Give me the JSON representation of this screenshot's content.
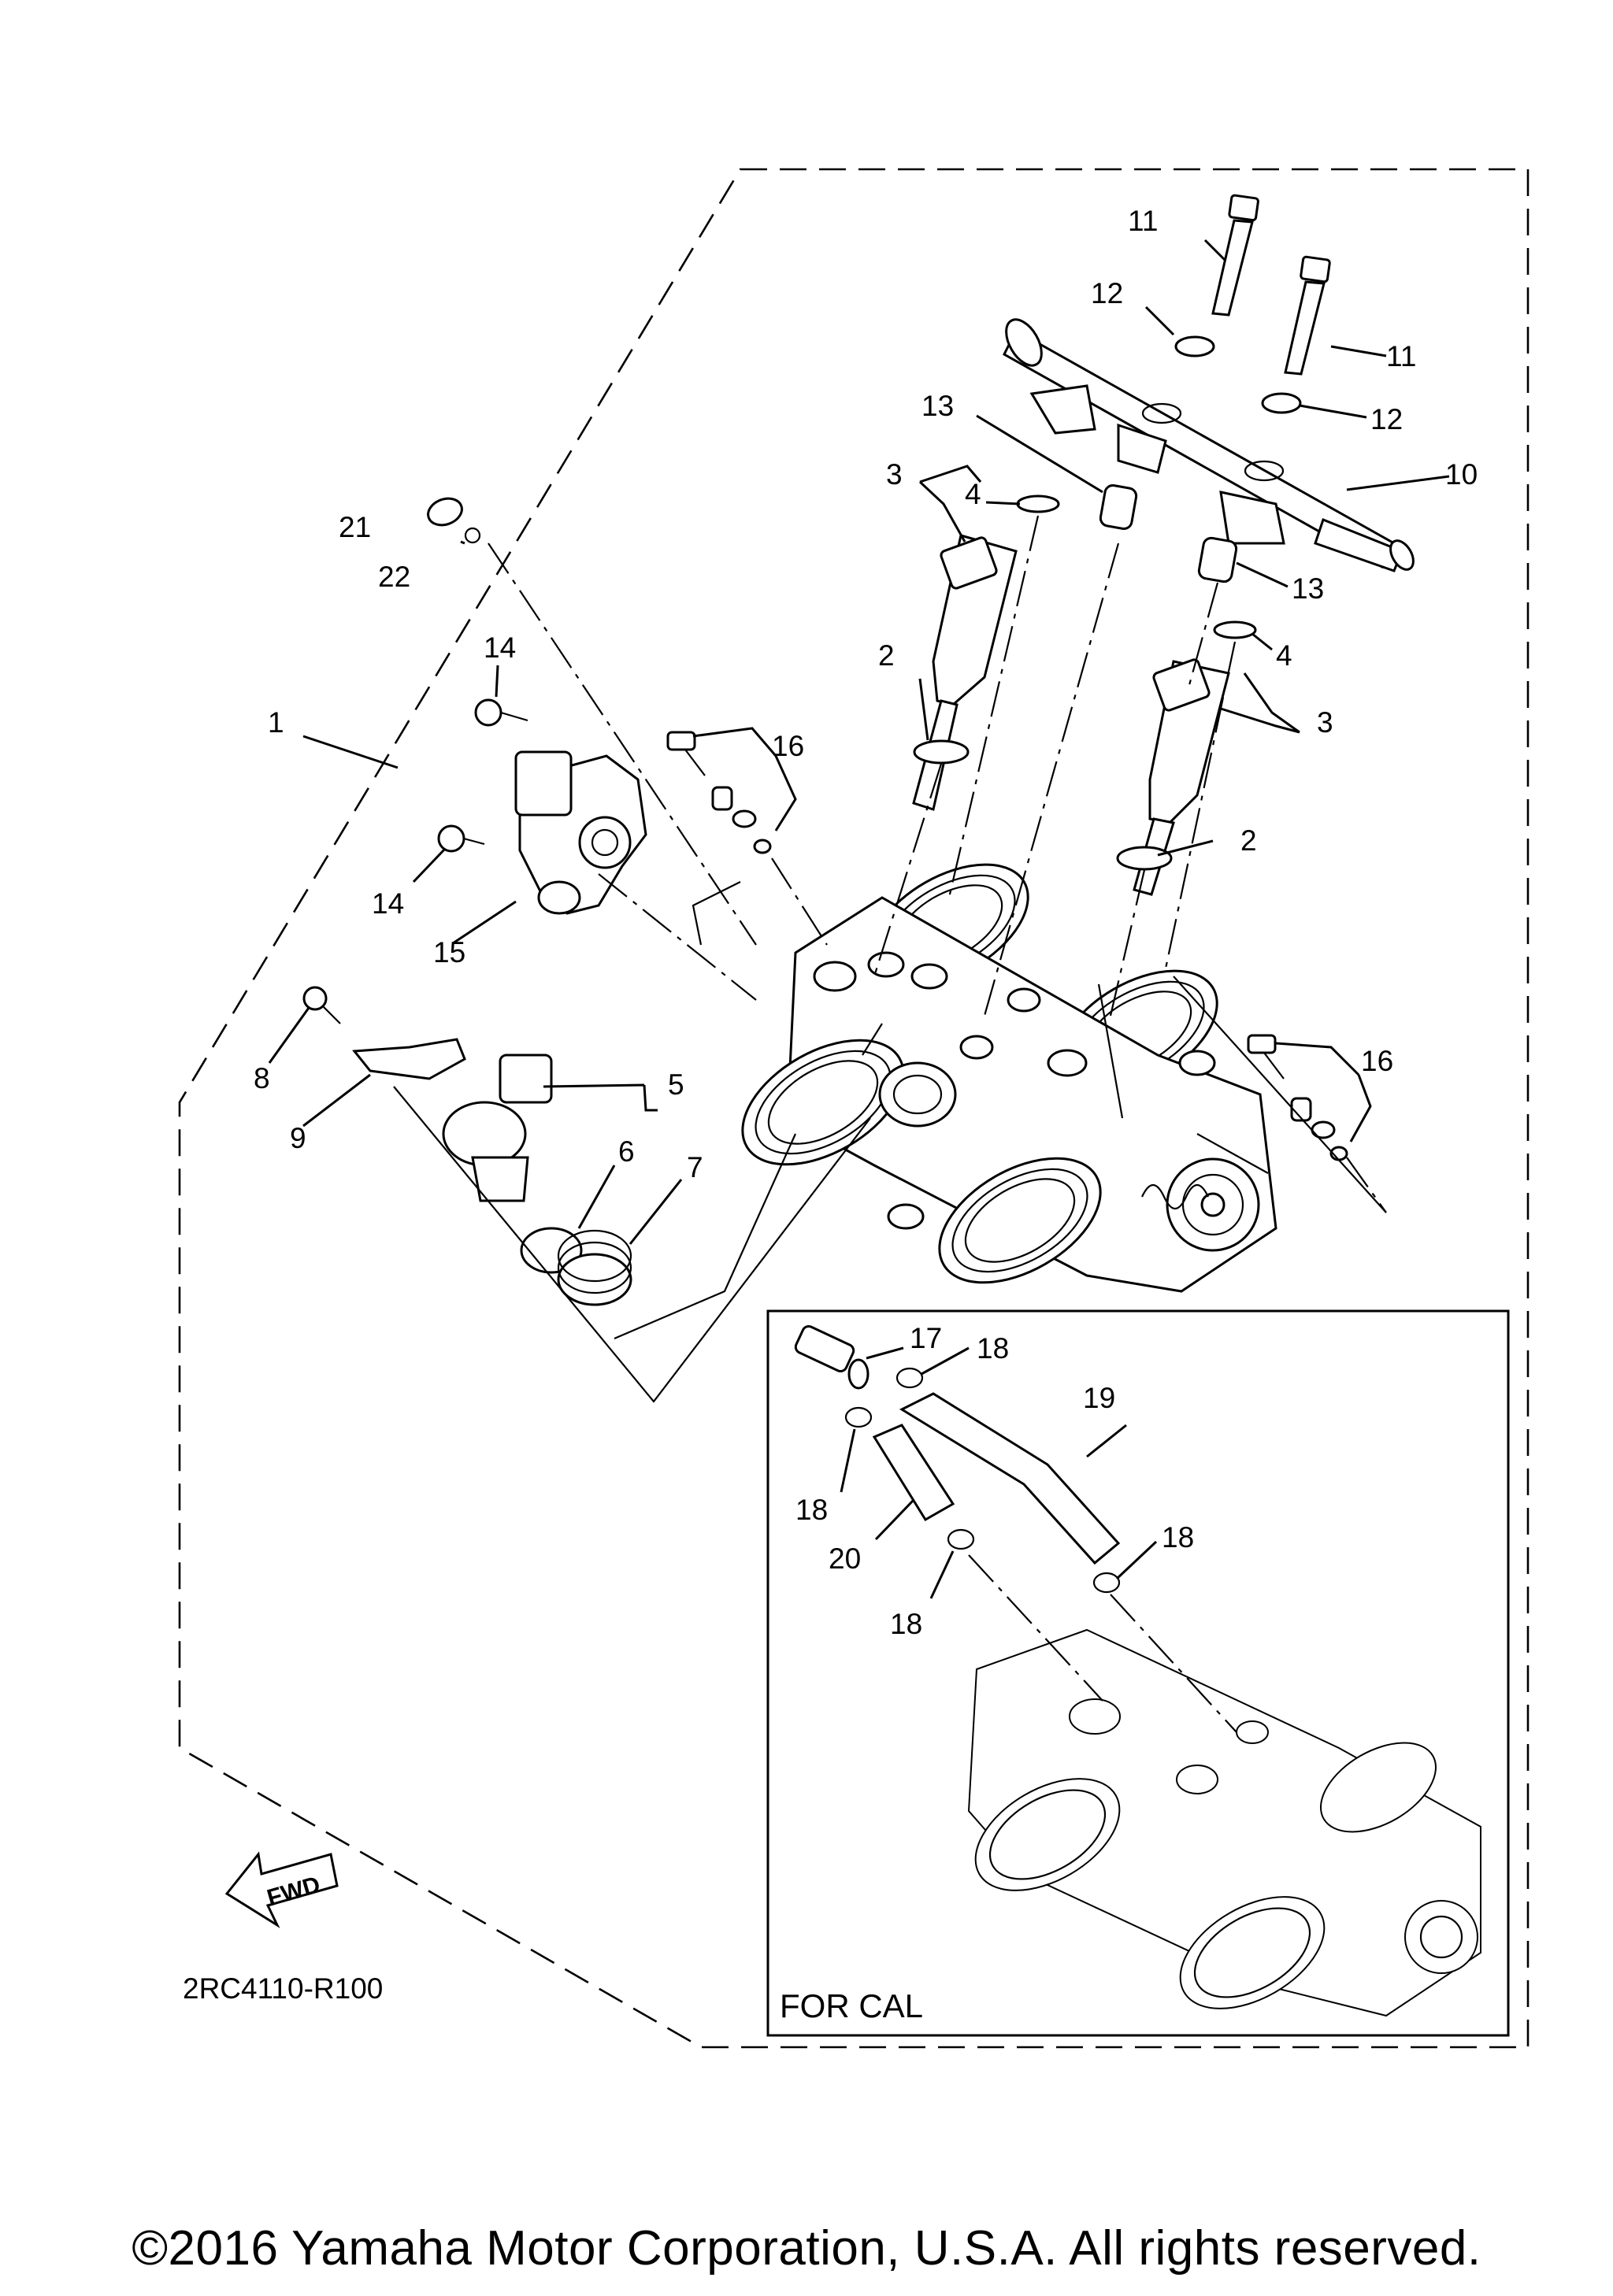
{
  "diagram": {
    "callouts": [
      {
        "id": "c1",
        "text": "1"
      },
      {
        "id": "c2a",
        "text": "2"
      },
      {
        "id": "c2b",
        "text": "2"
      },
      {
        "id": "c3a",
        "text": "3"
      },
      {
        "id": "c3b",
        "text": "3"
      },
      {
        "id": "c4a",
        "text": "4"
      },
      {
        "id": "c4b",
        "text": "4"
      },
      {
        "id": "c5",
        "text": "5"
      },
      {
        "id": "c6",
        "text": "6"
      },
      {
        "id": "c7",
        "text": "7"
      },
      {
        "id": "c8",
        "text": "8"
      },
      {
        "id": "c9",
        "text": "9"
      },
      {
        "id": "c10",
        "text": "10"
      },
      {
        "id": "c11a",
        "text": "11"
      },
      {
        "id": "c11b",
        "text": "11"
      },
      {
        "id": "c12a",
        "text": "12"
      },
      {
        "id": "c12b",
        "text": "12"
      },
      {
        "id": "c13a",
        "text": "13"
      },
      {
        "id": "c13b",
        "text": "13"
      },
      {
        "id": "c14a",
        "text": "14"
      },
      {
        "id": "c14b",
        "text": "14"
      },
      {
        "id": "c15",
        "text": "15"
      },
      {
        "id": "c16a",
        "text": "16"
      },
      {
        "id": "c16b",
        "text": "16"
      },
      {
        "id": "c17",
        "text": "17"
      },
      {
        "id": "c18a",
        "text": "18"
      },
      {
        "id": "c18b",
        "text": "18"
      },
      {
        "id": "c18c",
        "text": "18"
      },
      {
        "id": "c18d",
        "text": "18"
      },
      {
        "id": "c19",
        "text": "19"
      },
      {
        "id": "c20",
        "text": "20"
      },
      {
        "id": "c21",
        "text": "21"
      },
      {
        "id": "c22",
        "text": "22"
      }
    ],
    "inset_label": "FOR CAL",
    "fwd_label": "FWD",
    "diagram_code": "2RC4110-R100"
  },
  "footer": {
    "copyright": "©2016 Yamaha Motor Corporation, U.S.A. All rights reserved."
  }
}
